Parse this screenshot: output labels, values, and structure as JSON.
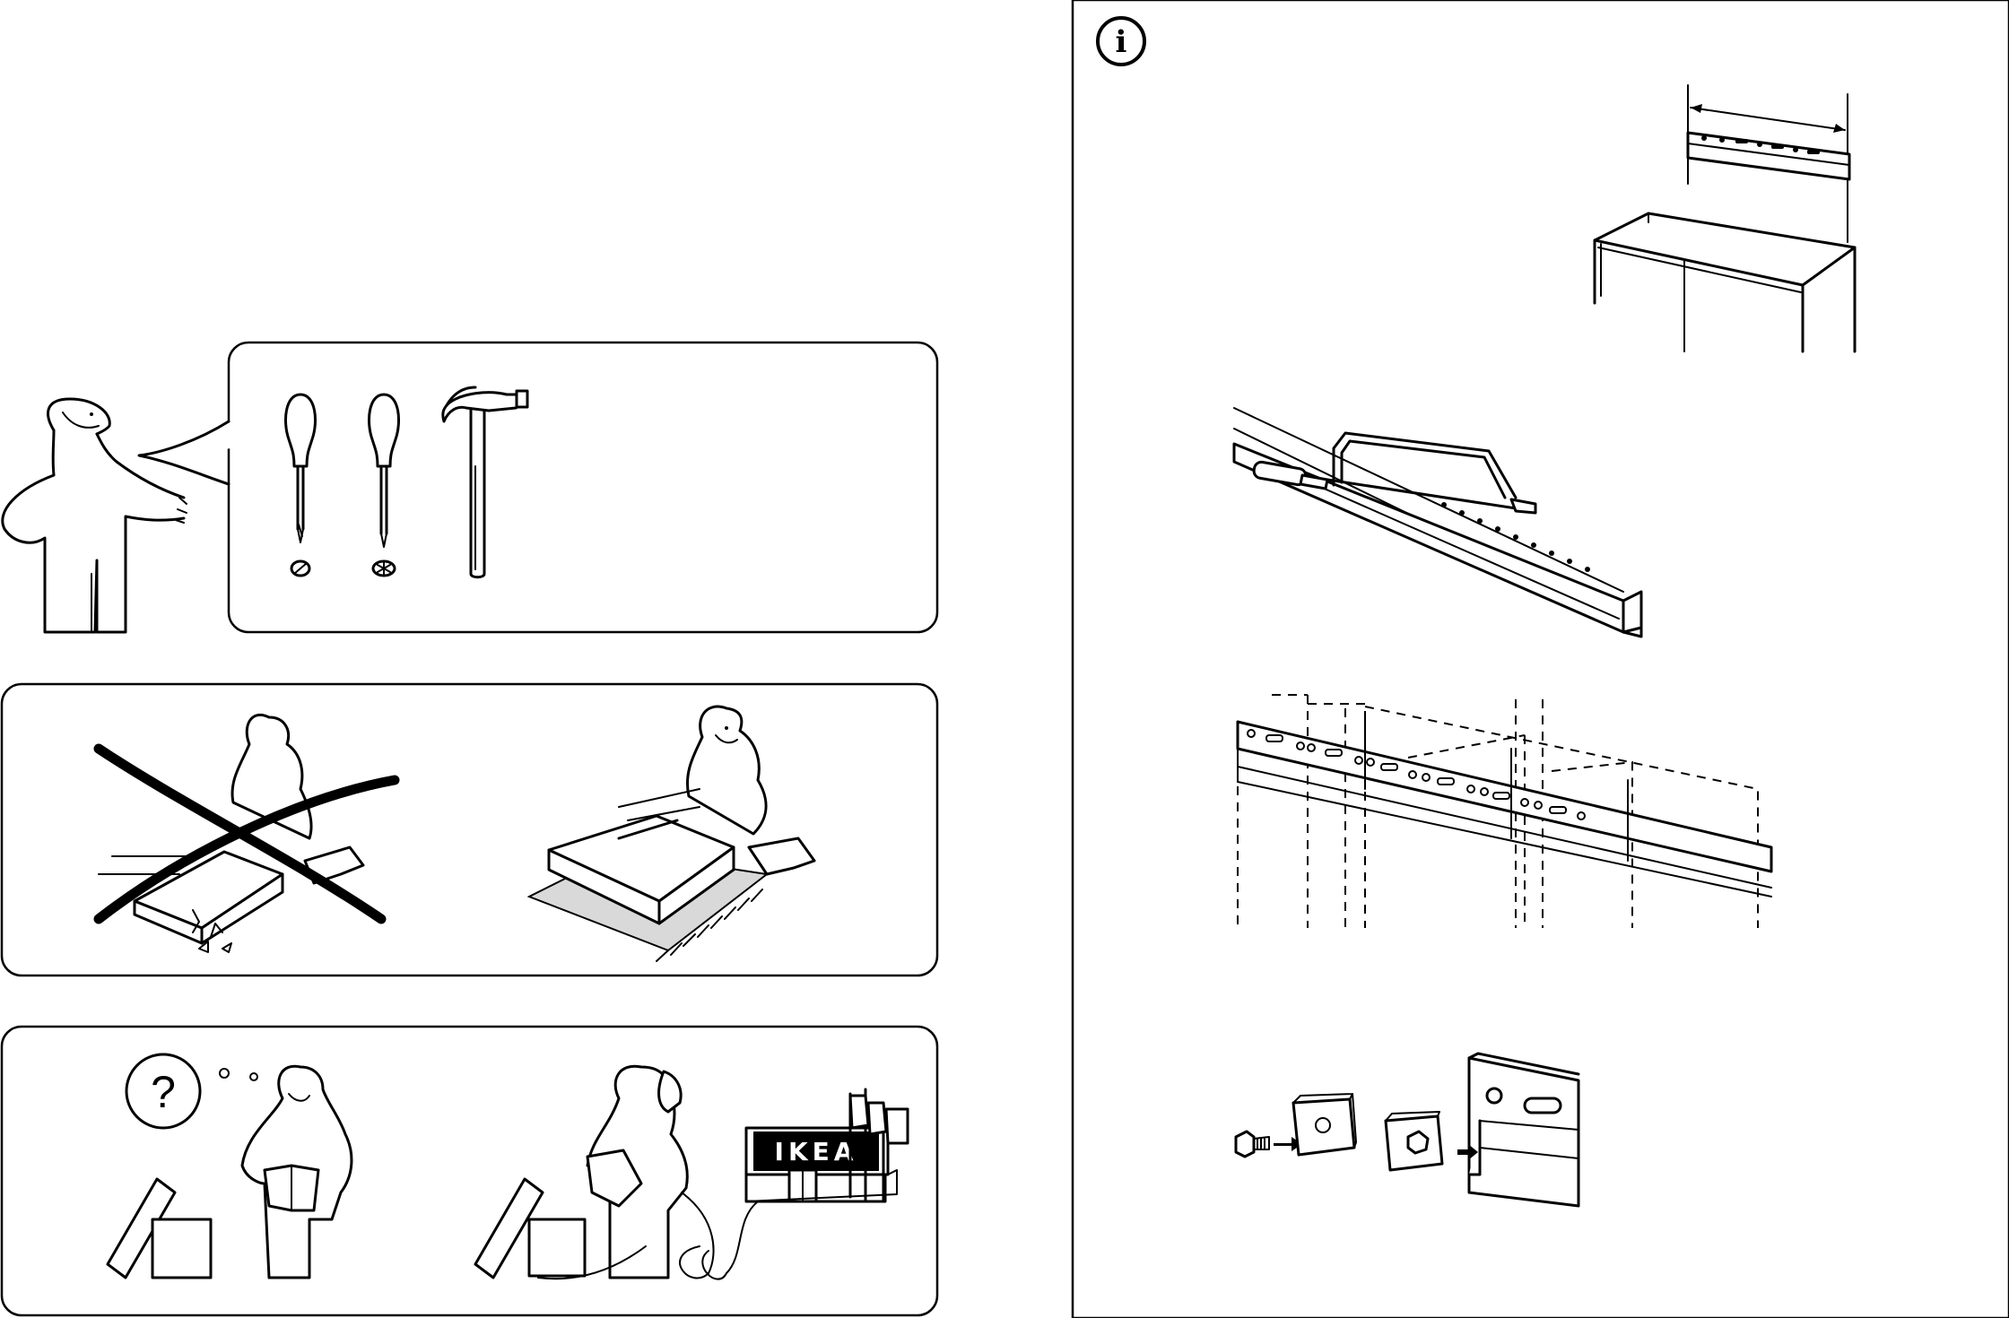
{
  "info_icon": {
    "glyph": "i",
    "icon": "info-icon"
  },
  "help_icon": {
    "glyph": "?",
    "icon": "question-icon"
  },
  "store_sign": {
    "text": "IKEA"
  },
  "panels": {
    "tools": {
      "items": [
        "flat-screwdriver",
        "phillips-screwdriver",
        "hammer"
      ]
    },
    "care": {
      "items": [
        "do-not-assemble-on-hard-floor",
        "assemble-on-soft-surface"
      ]
    },
    "help": {
      "items": [
        "confused-person",
        "call-store"
      ]
    }
  },
  "steps": [
    "measure-rail",
    "saw-rail",
    "mount-rail-on-cabinets",
    "attach-spacer-and-screw"
  ]
}
